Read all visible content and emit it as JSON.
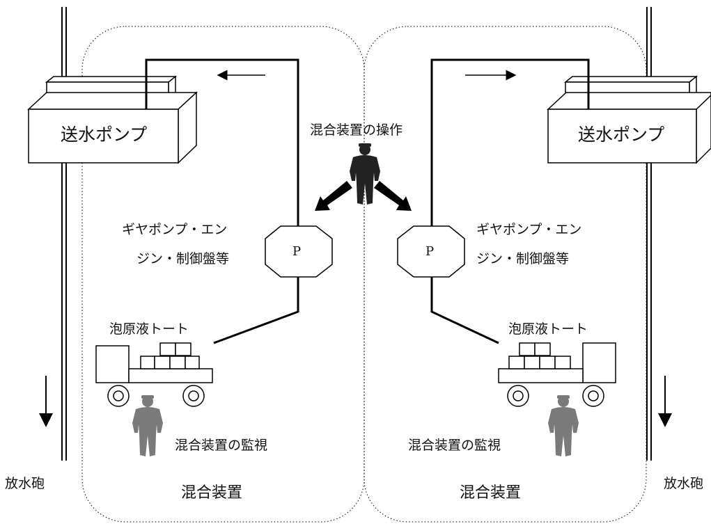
{
  "labels": {
    "pump_left": "送水ポンプ",
    "pump_right": "送水ポンプ",
    "operation": "混合装置の操作",
    "gear_left_line1": "ギヤポンプ・エン",
    "gear_left_line2": "ジン・制御盤等",
    "gear_right_line1": "ギヤポンプ・エン",
    "gear_right_line2": "ジン・制御盤等",
    "p_left": "P",
    "p_right": "P",
    "tote_left": "泡原液トート",
    "tote_right": "泡原液トート",
    "monitor_left": "混合装置の監視",
    "monitor_right": "混合装置の監視",
    "cannon_left": "放水砲",
    "cannon_right": "放水砲",
    "mixer_left": "混合装置",
    "mixer_right": "混合装置"
  },
  "colors": {
    "line": "#000000",
    "operator": "#222222",
    "monitor_person": "#7a7a7a"
  }
}
